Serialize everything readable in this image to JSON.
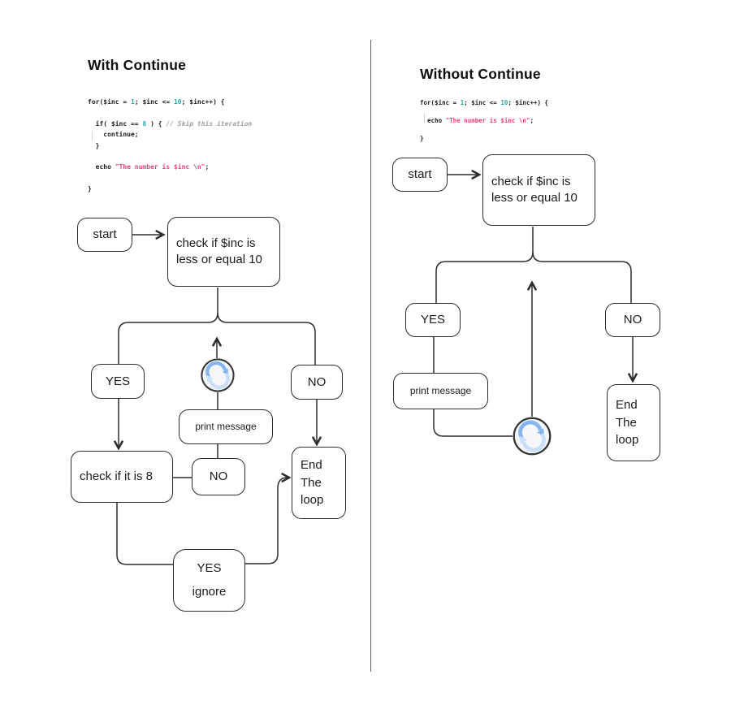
{
  "left": {
    "title": "With Continue",
    "code_lines": [
      [
        {
          "t": "for($inc = "
        },
        {
          "t": "1",
          "c": "num"
        },
        {
          "t": "; $inc <= "
        },
        {
          "t": "10",
          "c": "num"
        },
        {
          "t": "; $inc++) {"
        }
      ],
      [],
      [
        {
          "t": "  if( $inc == "
        },
        {
          "t": "8",
          "c": "num"
        },
        {
          "t": " ) { "
        },
        {
          "t": "// Skip this iteration",
          "c": "com"
        }
      ],
      [
        {
          "t": "    continue;"
        }
      ],
      [
        {
          "t": "  }"
        }
      ],
      [],
      [
        {
          "t": "  echo "
        },
        {
          "t": "\"The number is $inc \\n\"",
          "c": "str"
        },
        {
          "t": ";"
        }
      ],
      [],
      [
        {
          "t": "}"
        }
      ]
    ],
    "nodes": {
      "start": "start",
      "check": "check if $inc is less or equal 10",
      "yes": "YES",
      "no": "NO",
      "print": "print message",
      "check8": "check if it is 8",
      "no2": "NO",
      "end": "End The loop",
      "ignore1": "YES",
      "ignore2": "ignore"
    }
  },
  "right": {
    "title": "Without Continue",
    "code_lines": [
      [
        {
          "t": "for($inc = "
        },
        {
          "t": "1",
          "c": "num"
        },
        {
          "t": "; $inc <= "
        },
        {
          "t": "10",
          "c": "num"
        },
        {
          "t": "; $inc++) {"
        }
      ],
      [],
      [
        {
          "t": "  echo "
        },
        {
          "t": "\"The number is $inc \\n\"",
          "c": "str"
        },
        {
          "t": ";"
        }
      ],
      [],
      [
        {
          "t": "}"
        }
      ]
    ],
    "nodes": {
      "start": "start",
      "check": "check if $inc is less or equal 10",
      "yes": "YES",
      "no": "NO",
      "print": "print message",
      "end": "End The loop"
    }
  },
  "icons": {
    "loop": "sync-loop-icon"
  },
  "colors": {
    "line": "#2d2d2d",
    "number_token": "#2aa9a2",
    "string_token": "#e8457c",
    "comment_token": "#9aa0a6",
    "icon_dark": "#85b5f1",
    "icon_light": "#c9def9",
    "icon_bg": "#f4f6f9"
  }
}
